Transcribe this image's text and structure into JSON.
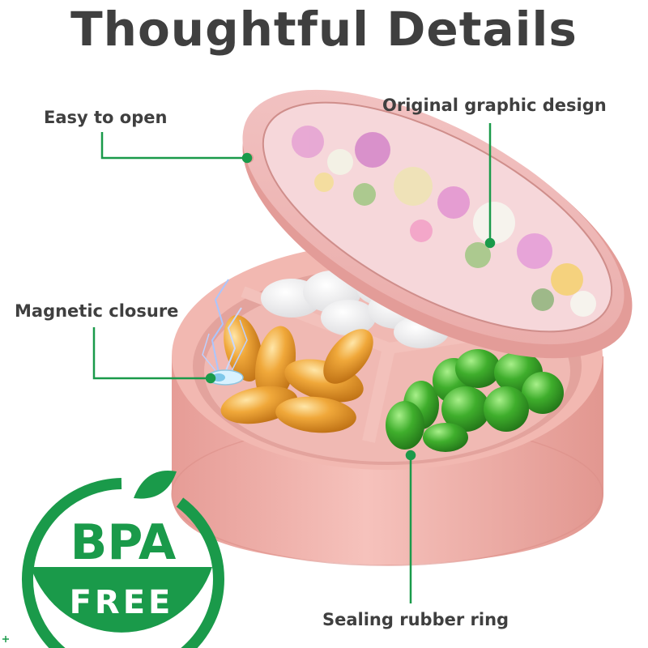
{
  "title": "Thoughtful Details",
  "callouts": {
    "easy_open": "Easy to open",
    "graphic_design": "Original graphic design",
    "magnetic": "Magnetic closure",
    "sealing_ring": "Sealing rubber ring"
  },
  "badge": {
    "top": "BPA",
    "bottom": "FREE"
  },
  "colors": {
    "accent": "#1a9a4a",
    "case_pink": "#f1b1aa",
    "title_text": "#3f3f3f"
  }
}
